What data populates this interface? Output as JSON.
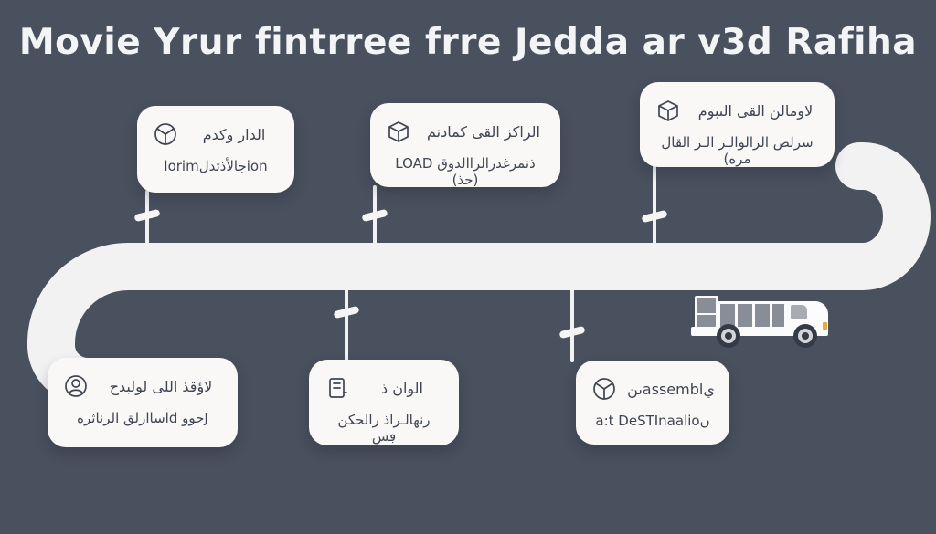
{
  "title": "Movie Yrur fintrree frre Jedda ar v3d Rafiha",
  "colors": {
    "background": "#49505e",
    "road": "#f2f2f3",
    "card": "#f9f8f6",
    "card_text": "#3f4552",
    "title_text": "#f3f4f6",
    "truck_panel": "#888d98",
    "headlight": "#e9a93c"
  },
  "cards": [
    {
      "id": "top-1",
      "icon": "package-circle-icon",
      "line1": "الدار وكدم",
      "line2": "lorimجالأذتدلion"
    },
    {
      "id": "top-2",
      "icon": "cube-icon",
      "line1": "الراكز القى كمادنم",
      "line2": "ذنمرغدرالراالدوق LOAD (حذ)"
    },
    {
      "id": "top-3",
      "icon": "cube-icon",
      "line1": "لاومالن القى الىبوم",
      "line2": "سرلض الرالوالـز الـر القال مره)"
    },
    {
      "id": "bottom-1",
      "icon": "person-circle-icon",
      "line1": "لاؤقذ اللى لولبدح",
      "line2": "اساارلق الرناثرهd حووJ"
    },
    {
      "id": "bottom-2",
      "icon": "clipboard-icon",
      "line1": "الوان ذ",
      "line2": "رنهالـراذ رالحكن ڢس"
    },
    {
      "id": "bottom-3",
      "icon": "package-circle-icon",
      "line1": "ىنassemblي",
      "line2": "a:t DeSTInaalioں"
    }
  ]
}
